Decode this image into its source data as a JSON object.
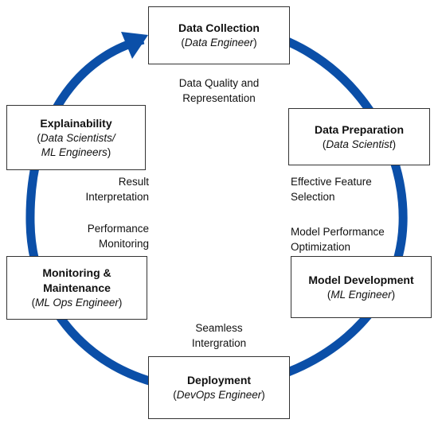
{
  "diagram": {
    "ring_color": "#0b4fa8",
    "stages": [
      {
        "id": "collection",
        "title": "Data Collection",
        "role_lines": [
          "Data Engineer"
        ]
      },
      {
        "id": "preparation",
        "title": "Data Preparation",
        "role_lines": [
          "Data Scientist"
        ]
      },
      {
        "id": "development",
        "title": "Model Development",
        "role_lines": [
          "ML Engineer"
        ]
      },
      {
        "id": "deployment",
        "title": "Deployment",
        "role_lines": [
          "DevOps Engineer"
        ]
      },
      {
        "id": "monitoring",
        "title_lines": [
          "Monitoring &",
          "Maintenance"
        ],
        "role_lines": [
          "ML Ops Engineer"
        ]
      },
      {
        "id": "explainability",
        "title": "Explainability",
        "role_lines": [
          "Data Scientists/",
          "ML Engineers"
        ]
      }
    ],
    "transitions": {
      "quality": [
        "Data Quality and",
        "Representation"
      ],
      "feature": [
        "Effective Feature",
        "Selection"
      ],
      "optimization": [
        "Model Performance",
        "Optimization"
      ],
      "integration": [
        "Seamless",
        "Intergration"
      ],
      "performance": [
        "Performance",
        "Monitoring"
      ],
      "interpretation": [
        "Result",
        "Interpretation"
      ]
    }
  }
}
